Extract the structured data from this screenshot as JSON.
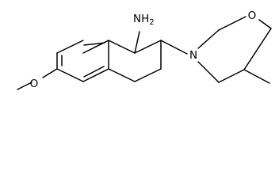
{
  "structure": {
    "atoms": {
      "amine": "NH",
      "amine_h_count": "2",
      "methoxy_oxygen": "O",
      "morpholine_nitrogen": "N",
      "morpholine_oxygen": "O"
    }
  }
}
